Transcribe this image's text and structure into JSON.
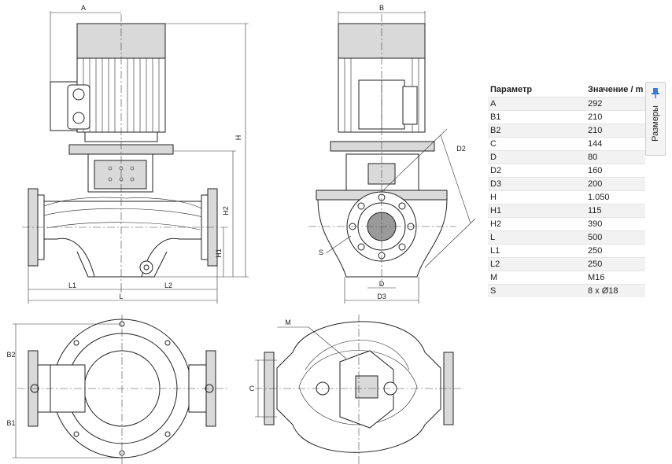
{
  "diagram": {
    "labels": {
      "A": "A",
      "B": "B",
      "H": "H",
      "H1": "H1",
      "H2": "H2",
      "L": "L",
      "L1": "L1",
      "L2": "L2",
      "D": "D",
      "D2": "D2",
      "D3": "D3",
      "S": "S",
      "B1": "B1",
      "B2": "B2",
      "C": "C",
      "M": "M"
    }
  },
  "table": {
    "header": {
      "param": "Параметр",
      "value": "Значение / m"
    },
    "rows": [
      {
        "param": "A",
        "value": "292"
      },
      {
        "param": "B1",
        "value": "210"
      },
      {
        "param": "B2",
        "value": "210"
      },
      {
        "param": "C",
        "value": "144"
      },
      {
        "param": "D",
        "value": "80"
      },
      {
        "param": "D2",
        "value": "160"
      },
      {
        "param": "D3",
        "value": "200"
      },
      {
        "param": "H",
        "value": "1.050"
      },
      {
        "param": "H1",
        "value": "115"
      },
      {
        "param": "H2",
        "value": "390"
      },
      {
        "param": "L",
        "value": "500"
      },
      {
        "param": "L1",
        "value": "250"
      },
      {
        "param": "L2",
        "value": "250"
      },
      {
        "param": "M",
        "value": "M16"
      },
      {
        "param": "S",
        "value": "8 x Ø18"
      }
    ]
  },
  "side_panel": {
    "label": "Размеры",
    "icon": "pin-icon",
    "accent": "#3a7bd5"
  }
}
